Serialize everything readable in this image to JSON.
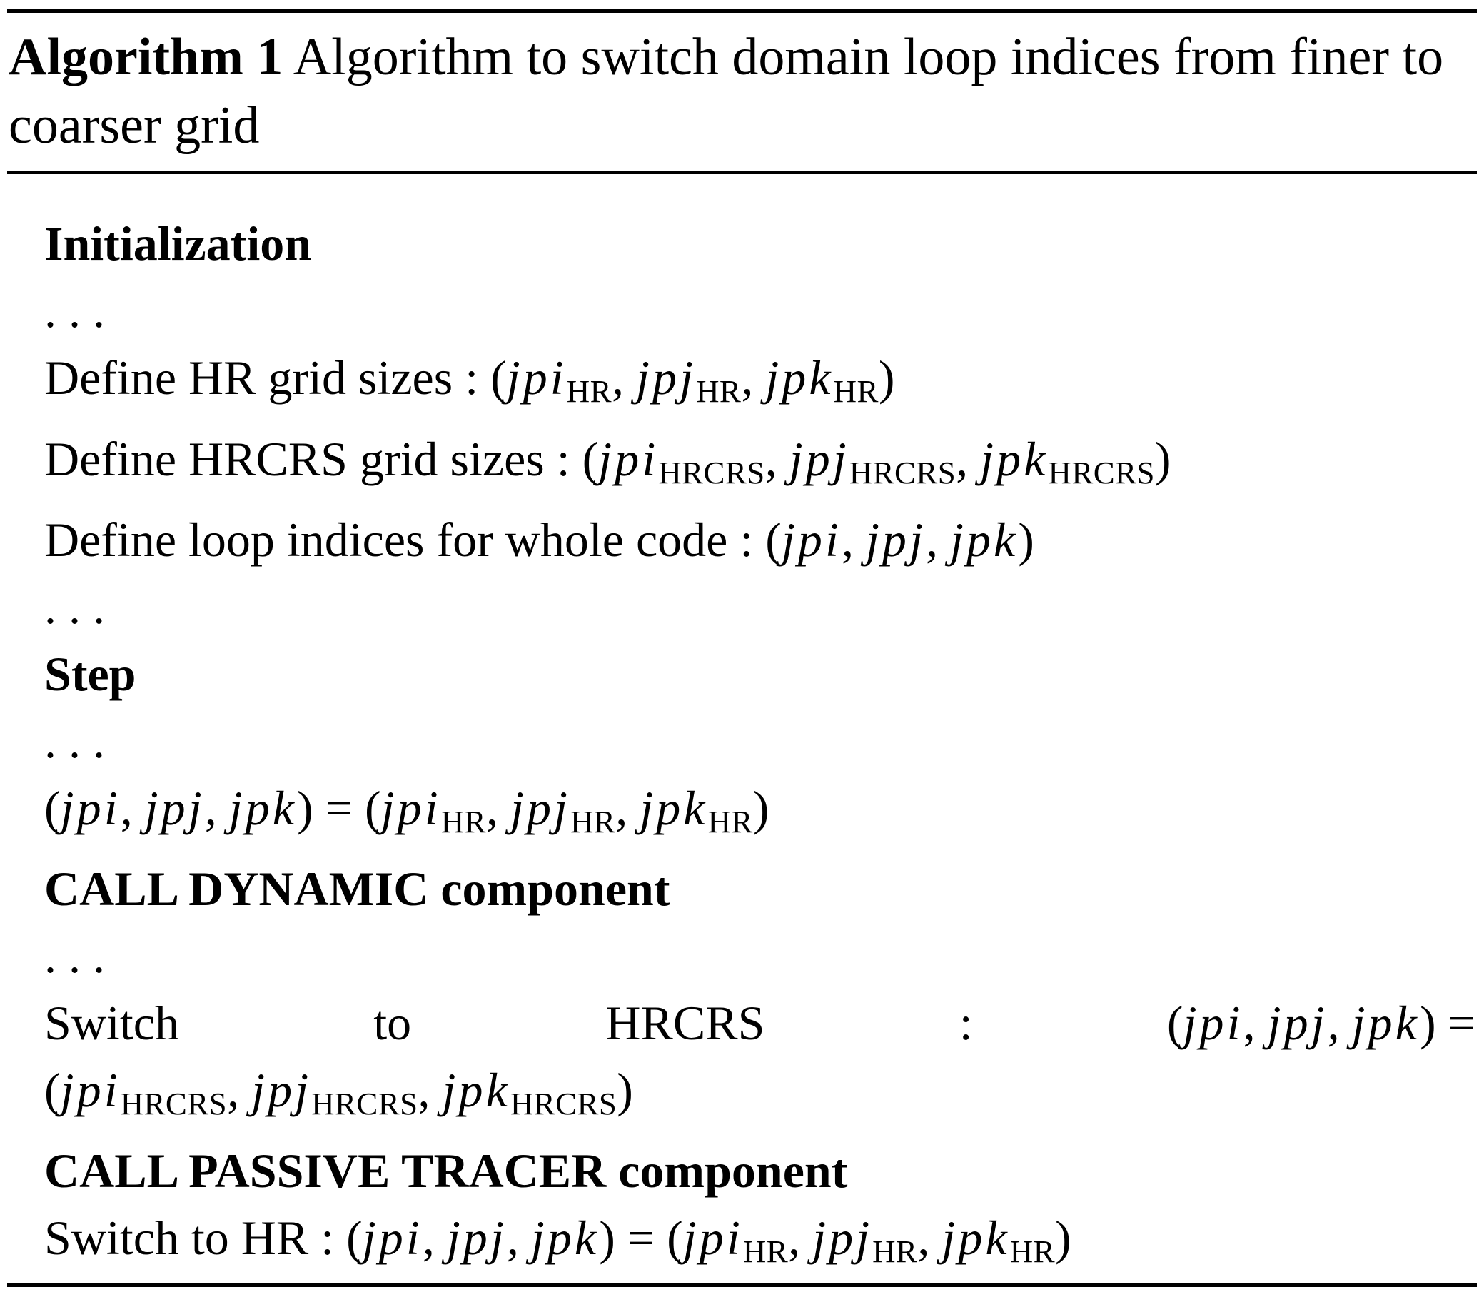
{
  "caption": {
    "label": "Algorithm 1",
    "title": "Algorithm to switch domain loop indices from finer to coarser grid"
  },
  "headings": {
    "initialization": "Initialization",
    "step": "Step"
  },
  "statements": {
    "define_hr_prefix": "Define HR grid sizes : ",
    "define_hrcrs_prefix": "Define HRCRS grid sizes : ",
    "define_loop_prefix": "Define loop indices for whole code : ",
    "call_dynamic": "CALL DYNAMIC component",
    "call_passive_tracer": "CALL PASSIVE TRACER component",
    "switch_words": {
      "w1": "Switch",
      "w2": "to",
      "w3": "HRCRS",
      "w4": ":"
    },
    "switch_hr_prefix": "Switch to HR : "
  },
  "math": {
    "jpi": "jpi",
    "jpj": "jpj",
    "jpk": "jpk",
    "sub_hr": "HR",
    "sub_hrcrs": "HRCRS",
    "open": "(",
    "close": ")",
    "comma": ", ",
    "eq_open": ") = (",
    "close_eq": ") ="
  },
  "ellipsis": "..."
}
